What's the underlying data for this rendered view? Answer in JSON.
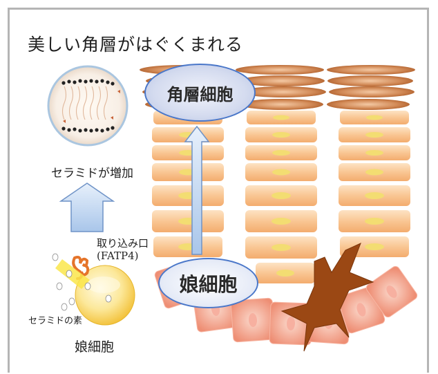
{
  "title": "美しい角層がはぐくまれる",
  "labels": {
    "ceramide_increase": "セラミドが増加",
    "uptake_line1": "取り込み口",
    "uptake_line2": "(FATP4)",
    "ceramide_source": "セラミドの素",
    "daughter_cell_small": "娘細胞"
  },
  "bubbles": {
    "corneocyte": "角層細胞",
    "daughter_cell": "娘細胞"
  },
  "colors": {
    "frame": "#b5b5b5",
    "bubble_border": "#4a77c9",
    "arrow_fill": "#bfd5ef",
    "arrow_stroke": "#6f93c7",
    "cell_peach": "#f7c28f",
    "cell_nucleus": "#f3dd72",
    "horny_layer": "#c87a45",
    "basal_cell": "#f19d83",
    "melanocyte": "#9b4814",
    "sphere": "#f7cf4a"
  }
}
